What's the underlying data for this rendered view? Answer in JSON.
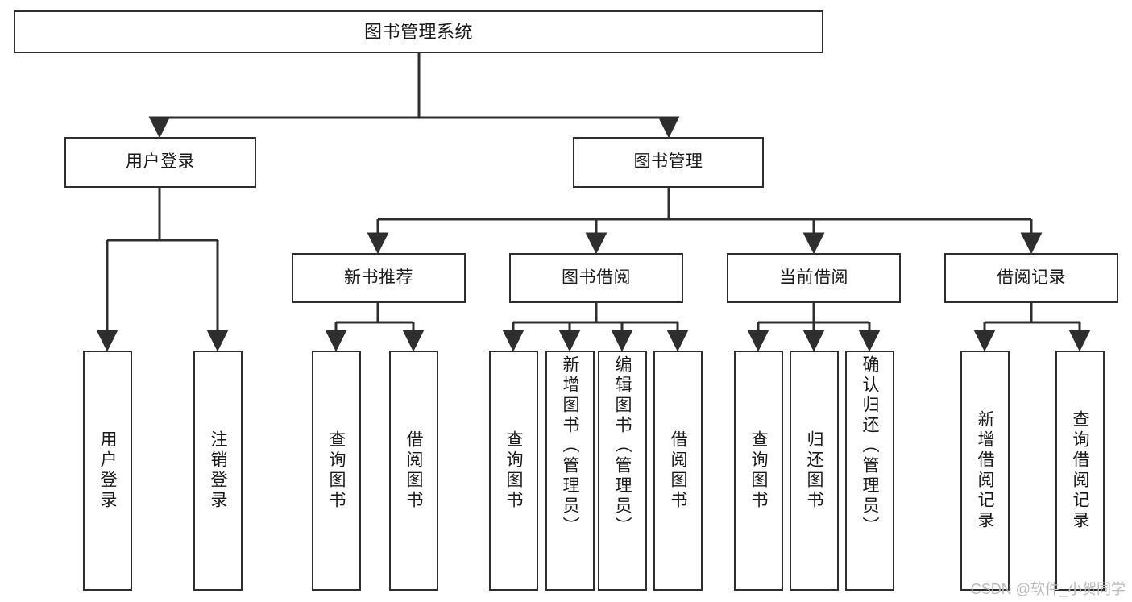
{
  "diagram": {
    "title": "图书管理系统",
    "type": "tree-hierarchy",
    "watermark": "CSDN @软件_小贺同学",
    "root": {
      "id": "root",
      "label": "图书管理系统"
    },
    "level1": [
      {
        "id": "user-login",
        "label": "用户登录"
      },
      {
        "id": "book-manage",
        "label": "图书管理"
      }
    ],
    "level2": [
      {
        "id": "new-book-recommend",
        "label": "新书推荐"
      },
      {
        "id": "book-borrow",
        "label": "图书借阅"
      },
      {
        "id": "current-borrow",
        "label": "当前借阅"
      },
      {
        "id": "borrow-record",
        "label": "借阅记录"
      }
    ],
    "leaves": {
      "user-login": [
        {
          "id": "leaf-user-login",
          "label": "用户登录"
        },
        {
          "id": "leaf-logout-login",
          "label": "注销登录"
        }
      ],
      "new-book-recommend": [
        {
          "id": "leaf-query-book-1",
          "label": "查询图书"
        },
        {
          "id": "leaf-borrow-book-1",
          "label": "借阅图书"
        }
      ],
      "book-borrow": [
        {
          "id": "leaf-query-book-2",
          "label": "查询图书"
        },
        {
          "id": "leaf-add-book-admin",
          "label": "新增图书（管理员）"
        },
        {
          "id": "leaf-edit-book-admin",
          "label": "编辑图书（管理员）"
        },
        {
          "id": "leaf-borrow-book-2",
          "label": "借阅图书"
        }
      ],
      "current-borrow": [
        {
          "id": "leaf-query-book-3",
          "label": "查询图书"
        },
        {
          "id": "leaf-return-book",
          "label": "归还图书"
        },
        {
          "id": "leaf-confirm-return-admin",
          "label": "确认归还（管理员）"
        }
      ],
      "borrow-record": [
        {
          "id": "leaf-add-borrow-record",
          "label": "新增借阅记录"
        },
        {
          "id": "leaf-query-borrow-record",
          "label": "查询借阅记录"
        }
      ]
    }
  },
  "colors": {
    "stroke": "#2e2e2e",
    "background": "#ffffff",
    "text": "#1a1a1a",
    "watermark": "#b9b9b9"
  }
}
